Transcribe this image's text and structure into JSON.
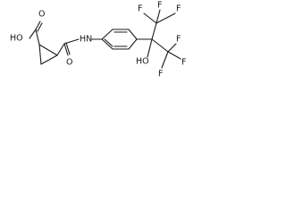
{
  "structure": {
    "description_label": "",
    "atom_labels": {
      "carboxylic_acid_oh": "HO",
      "carboxylic_acid_o": "O",
      "amide_nh": "HN",
      "amide_o": "O",
      "tertiary_alcohol_oh": "HO",
      "fluorines": [
        "F",
        "F",
        "F",
        "F",
        "F",
        "F"
      ]
    },
    "colors": {
      "ink": "#1a1a1a",
      "background": "#ffffff"
    }
  }
}
